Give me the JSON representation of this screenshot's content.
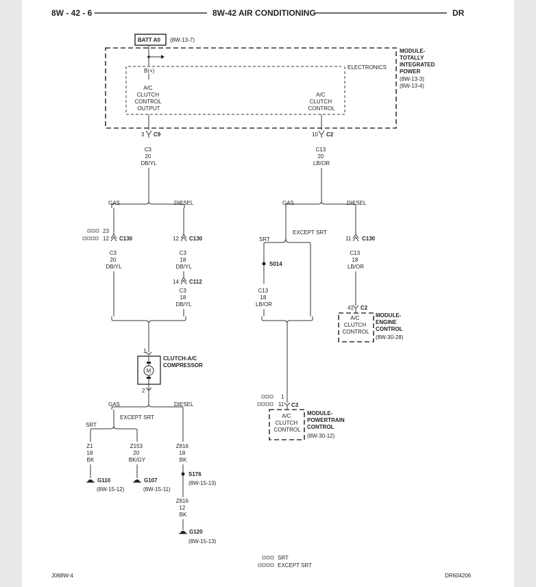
{
  "header": {
    "left": "8W - 42 - 6",
    "center": "8W-42 AIR CONDITIONING",
    "right": "DR"
  },
  "footer": {
    "left": "J068W-4",
    "right": "DR604206"
  },
  "legend": {
    "srt": "SRT",
    "except_srt": "EXCEPT SRT"
  },
  "tipm": {
    "batt": "BATT A0",
    "batt_ref": "(8W-13-7)",
    "name": [
      "MODULE-",
      "TOTALLY",
      "INTEGRATED",
      "POWER"
    ],
    "refs": [
      "(8W-13-3)",
      "(8W-13-4)"
    ],
    "electronics": "ELECTRONICS",
    "bplus": "B(+)",
    "output_label": [
      "A/C",
      "CLUTCH",
      "CONTROL",
      "OUTPUT"
    ],
    "control_label": [
      "A/C",
      "CLUTCH",
      "CONTROL"
    ]
  },
  "c9": {
    "pin": "3",
    "name": "C9",
    "wire": [
      "C3",
      "20",
      "DB/YL"
    ]
  },
  "c2": {
    "pin": "10",
    "name": "C2",
    "wire": [
      "C13",
      "20",
      "LB/OR"
    ]
  },
  "branch": {
    "gas": "GAS",
    "diesel": "DIESEL",
    "srt": "SRT",
    "except_srt": "EXCEPT SRT"
  },
  "c130_gas": {
    "pin_srt": "23",
    "pin_except": "12",
    "name": "C130",
    "wire": [
      "C3",
      "20",
      "DB/YL"
    ]
  },
  "c130_diesel": {
    "pin": "12",
    "name": "C130",
    "wire": [
      "C3",
      "18",
      "DB/YL"
    ]
  },
  "c112": {
    "pin": "14",
    "name": "C112",
    "wire": [
      "C3",
      "18",
      "DB/YL"
    ]
  },
  "s014": {
    "name": "S014",
    "wire": [
      "C13",
      "18",
      "LB/OR"
    ]
  },
  "c130_right": {
    "pin": "11",
    "name": "C130",
    "wire": [
      "C13",
      "18",
      "LB/OR"
    ]
  },
  "ecm": {
    "pin": "41",
    "conn": "C2",
    "label": [
      "A/C",
      "CLUTCH",
      "CONTROL"
    ],
    "name": [
      "MODULE-",
      "ENGINE",
      "CONTROL"
    ],
    "ref": "(8W-30-28)"
  },
  "pcm": {
    "pin_srt": "1",
    "pin_except": "11",
    "conn": "C3",
    "label": [
      "A/C",
      "CLUTCH",
      "CONTROL"
    ],
    "name": [
      "MODULE-",
      "POWERTRAIN",
      "CONTROL"
    ],
    "ref": "(8W-30-12)"
  },
  "compressor": {
    "name": [
      "CLUTCH-A/C",
      "COMPRESSOR"
    ],
    "pin_top": "1",
    "pin_bottom": "2",
    "motor": "M"
  },
  "grounds": {
    "z1": {
      "wire": [
        "Z1",
        "18",
        "BK"
      ],
      "name": "G110",
      "ref": "(8W-15-12)"
    },
    "z153": {
      "wire": [
        "Z153",
        "20",
        "BK/GY"
      ],
      "name": "G107",
      "ref": "(8W-15-11)"
    },
    "z816": {
      "wire": [
        "Z816",
        "18",
        "BK"
      ]
    },
    "s176": {
      "name": "S176",
      "ref": "(8W-15-13)"
    },
    "z816b": {
      "wire": [
        "Z816",
        "12",
        "BK"
      ]
    },
    "g120": {
      "name": "G120",
      "ref": "(8W-15-13)"
    }
  }
}
